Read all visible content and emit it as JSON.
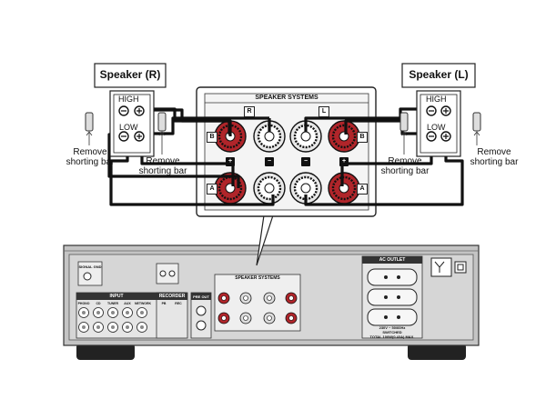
{
  "speaker_r": {
    "title": "Speaker (R)",
    "high": "HIGH",
    "low": "LOW"
  },
  "speaker_l": {
    "title": "Speaker (L)",
    "high": "HIGH",
    "low": "LOW"
  },
  "notes": {
    "remove_shorting_bar": "Remove\nshorting bar"
  },
  "zoom_panel": {
    "title": "SPEAKER SYSTEMS",
    "r": "R",
    "l": "L",
    "a": "A",
    "b": "B",
    "plus": "+",
    "minus": "−"
  },
  "amp": {
    "signal_gnd": "SIGNAL GND",
    "input": "INPUT",
    "input_cols": [
      "PHONO",
      "CD",
      "TUNER",
      "AUX",
      "NETWORK"
    ],
    "recorder": "RECORDER",
    "recorder_cols": [
      "PB",
      "REC"
    ],
    "pre_out": "PRE OUT",
    "speaker_systems": "SPEAKER SYSTEMS",
    "ac_outlet": "AC OUTLET",
    "outlet_text": [
      "230V ~ 50/60Hz",
      "SWITCHED",
      "TOTAL 100W(0.43A) MAX."
    ]
  },
  "colors": {
    "red": "#b0252a",
    "dark": "#1a1a1a",
    "panel": "#d8d8d8",
    "chassis": "#bdbdbd"
  }
}
